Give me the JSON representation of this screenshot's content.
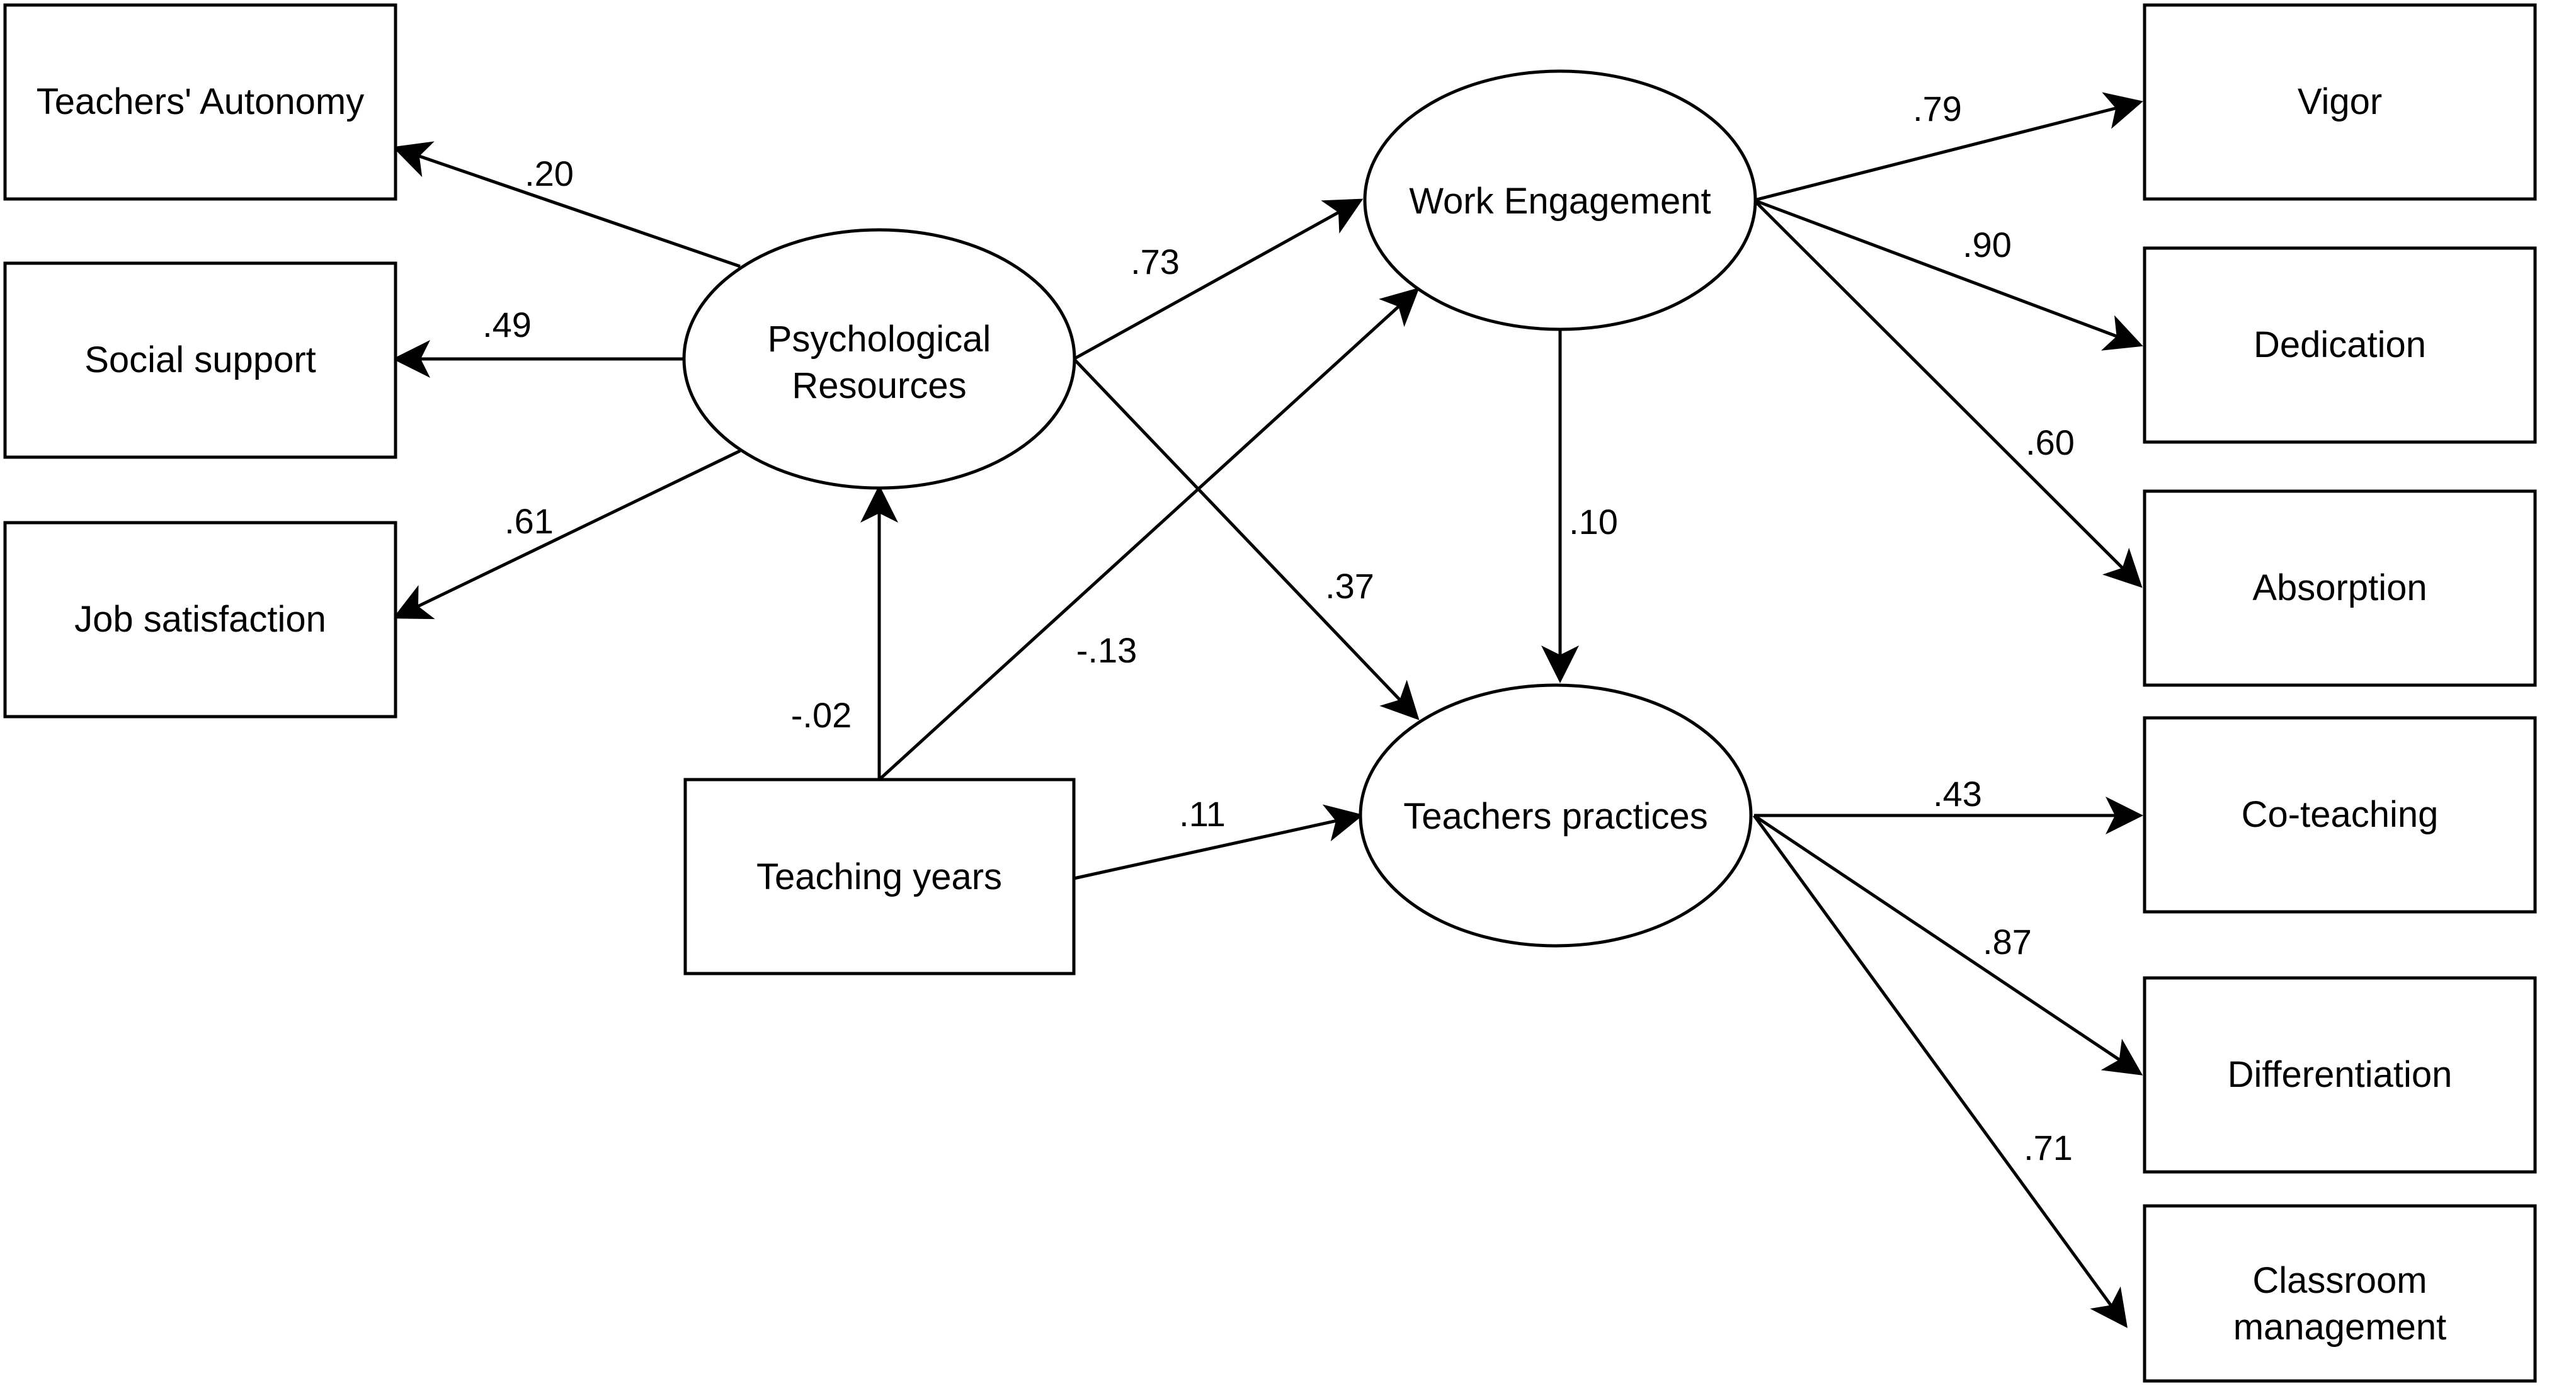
{
  "nodes": {
    "teachers_autonomy": "Teachers' Autonomy",
    "social_support": "Social support",
    "job_satisfaction": "Job satisfaction",
    "psychological_resources_line1": "Psychological",
    "psychological_resources_line2": "Resources",
    "teaching_years": "Teaching years",
    "work_engagement": "Work Engagement",
    "teachers_practices": "Teachers practices",
    "vigor": "Vigor",
    "dedication": "Dedication",
    "absorption": "Absorption",
    "co_teaching": "Co-teaching",
    "differentiation": "Differentiation",
    "classroom_management_line1": "Classroom",
    "classroom_management_line2": "management"
  },
  "coefficients": {
    "pr_to_autonomy": ".20",
    "pr_to_social": ".49",
    "pr_to_jobsat": ".61",
    "pr_to_we": ".73",
    "pr_to_tp": ".37",
    "ty_to_we": "-.13",
    "ty_to_pr": "-.02",
    "ty_to_tp": ".11",
    "we_to_tp": ".10",
    "we_to_vigor": ".79",
    "we_to_dedication": ".90",
    "we_to_absorption": ".60",
    "tp_to_coteaching": ".43",
    "tp_to_differentiation": ".87",
    "tp_to_classroom": ".71"
  }
}
